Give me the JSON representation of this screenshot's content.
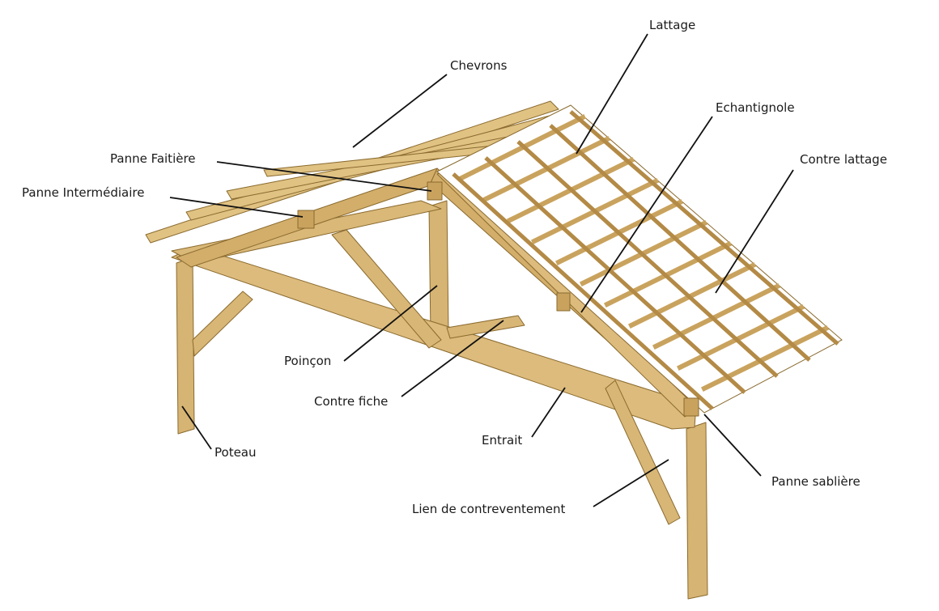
{
  "labels": {
    "lattage": "Lattage",
    "chevrons": "Chevrons",
    "echantignole": "Echantignole",
    "panne_faitiere": "Panne Faitière",
    "contre_lattage": "Contre lattage",
    "panne_intermediaire": "Panne Intermédiaire",
    "poincon": "Poinçon",
    "contre_fiche": "Contre fiche",
    "entrait": "Entrait",
    "poteau": "Poteau",
    "panne_sabliere": "Panne sablière",
    "lien_contreventement": "Lien de contreventement"
  },
  "colors": {
    "wood_light": "#e3c68a",
    "wood_mid": "#d2ae6a",
    "wood_dark": "#b38a46",
    "wood_edge": "#8a6a2e"
  }
}
